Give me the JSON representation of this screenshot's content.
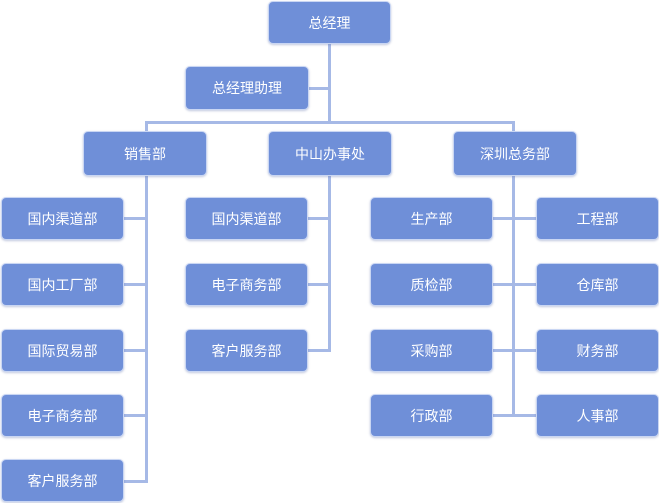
{
  "org": {
    "ceo": "总经理",
    "assistant": "总经理助理",
    "sales": {
      "name": "销售部",
      "subs": [
        "国内渠道部",
        "国内工厂部",
        "国际贸易部",
        "电子商务部",
        "客户服务部"
      ]
    },
    "zhongshan": {
      "name": "中山办事处",
      "subs": [
        "国内渠道部",
        "电子商务部",
        "客户服务部"
      ]
    },
    "shenzhen": {
      "name": "深圳总务部",
      "left_subs": [
        "生产部",
        "质检部",
        "采购部",
        "行政部"
      ],
      "right_subs": [
        "工程部",
        "仓库部",
        "财务部",
        "人事部"
      ]
    }
  },
  "colors": {
    "node_fill": "#6f8fd8",
    "node_border": "#c9d6f3",
    "connector": "#a6b9e6",
    "text": "#ffffff"
  }
}
